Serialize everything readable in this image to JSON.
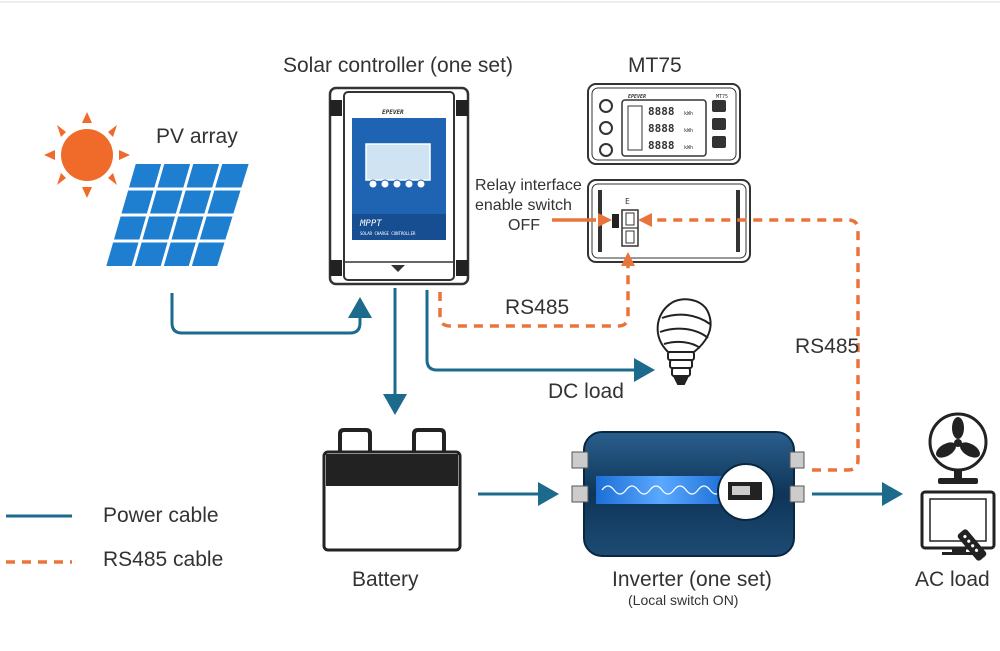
{
  "labels": {
    "pv_array": "PV array",
    "solar_controller": "Solar controller (one set)",
    "mt75": "MT75",
    "relay_line1": "Relay interface",
    "relay_line2": "enable switch",
    "relay_line3": "OFF",
    "rs485_a": "RS485",
    "rs485_b": "RS485",
    "dc_load": "DC load",
    "battery": "Battery",
    "inverter": "Inverter (one set)",
    "inverter_sub": "(Local switch ON)",
    "ac_load": "AC load"
  },
  "legend": {
    "power": "Power cable",
    "rs485": "RS485 cable"
  },
  "device_text": {
    "controller_brand": "EPEVER",
    "controller_mppt": "MPPT",
    "controller_sub": "SOLAR CHARGE CONTROLLER",
    "mt75_brand": "EPEVER",
    "mt75_model": "MT75",
    "mt75_row1": "8888",
    "mt75_row2": "8888",
    "mt75_row3": "8888",
    "mt75_unit1": "kWh",
    "mt75_unit2": "kWh",
    "mt75_unit3": "kWh",
    "relay_switch_mark": "E"
  },
  "colors": {
    "power_cable": "#1c6a8c",
    "rs485_cable": "#e8743b",
    "sun": "#f06a2a",
    "panel": "#1e7fd0",
    "device_blue": "#1f63b3",
    "inverter_body": "#123f66"
  }
}
